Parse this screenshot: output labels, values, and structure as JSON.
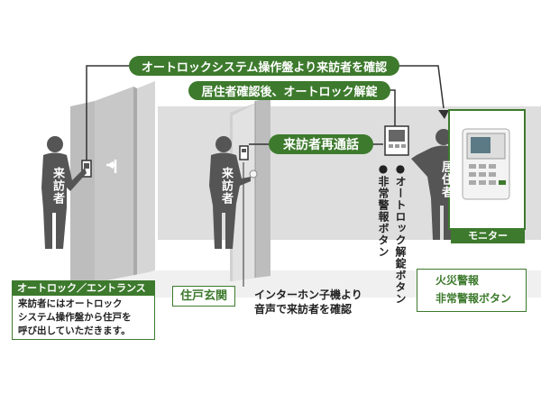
{
  "flows": {
    "top": "オートロックシステム操作盤より来訪者を確認",
    "middle": "居住者確認後、オートロック解錠",
    "recall": "来訪者再通話"
  },
  "people": {
    "visitor": "来訪者",
    "resident": "居住者"
  },
  "entrance": {
    "title": "オートロック／エントランス",
    "desc_line1": "来訪者にはオートロック",
    "desc_line2": "システム操作盤から住戸を",
    "desc_line3": "呼び出していただきます。"
  },
  "unit_door": {
    "label": "住戸玄関",
    "intercom_line1": "インターホン子機より",
    "intercom_line2": "音声で来訪者を確認"
  },
  "buttons": {
    "unlock": "●オートロック解錠ボタン",
    "alarm": "●非常警報ボタン"
  },
  "monitor": {
    "label": "モニター"
  },
  "legend": {
    "fire": "火災警報",
    "emergency": "非常警報ボタン"
  },
  "colors": {
    "green": "#3d7a2d",
    "wall": "#dcdcdc",
    "door": "#bfbfbf",
    "figure": "#555555"
  }
}
